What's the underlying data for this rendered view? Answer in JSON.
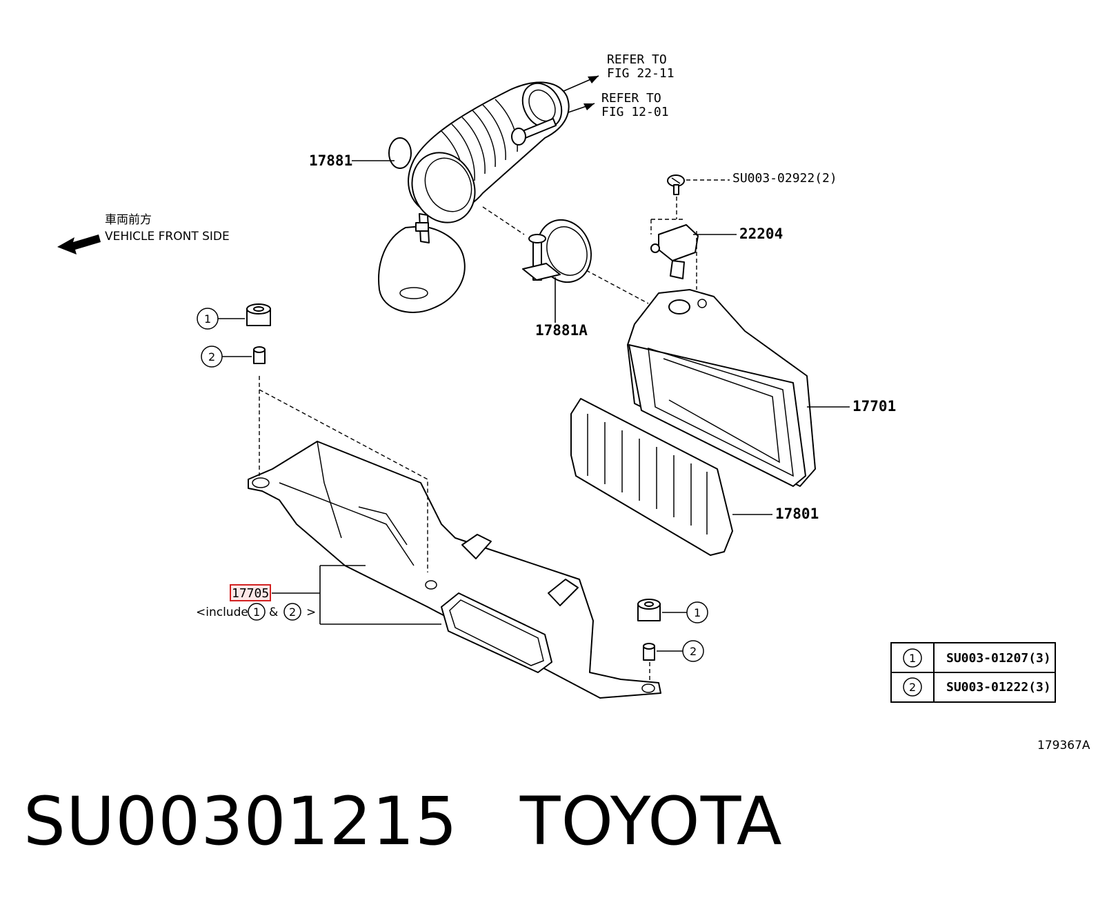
{
  "refer_1": [
    "REFER TO",
    "FIG 22-11"
  ],
  "refer_2": [
    "REFER TO",
    "FIG 12-01"
  ],
  "direction": {
    "japanese": "車両前方",
    "english": "VEHICLE FRONT SIDE"
  },
  "labels": {
    "p17881": "17881",
    "p17881A": "17881A",
    "p22204": "22204",
    "p17701": "17701",
    "p17801": "17801",
    "p17705": "17705",
    "screw": "SU003-02922(2)"
  },
  "include_note": {
    "prefix": "<include",
    "amp": "&",
    "suffix": ">"
  },
  "circle_numbers": [
    "1",
    "2"
  ],
  "legend_table": [
    {
      "num": "1",
      "part": "SU003-01207(3)"
    },
    {
      "num": "2",
      "part": "SU003-01222(3)"
    }
  ],
  "figure_id": "179367A",
  "footer": {
    "part_number": "SU00301215",
    "brand": "TOYOTA"
  },
  "highlight_color": "#d22020"
}
